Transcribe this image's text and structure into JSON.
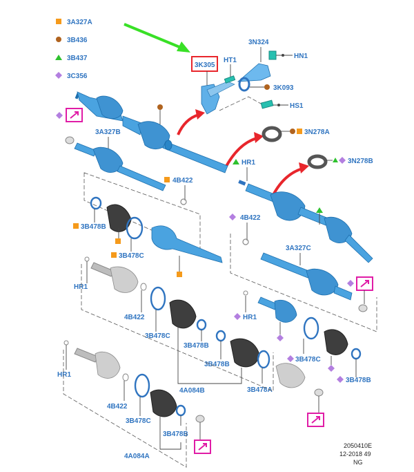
{
  "legend": [
    {
      "code": "3A327A",
      "marker": "orange-square",
      "color": "#f59a1b"
    },
    {
      "code": "3B436",
      "marker": "brown-circle",
      "color": "#b0631f"
    },
    {
      "code": "3B437",
      "marker": "green-triangle",
      "color": "#2ec12e"
    },
    {
      "code": "3C356",
      "marker": "purple-diamond",
      "color": "#b37fe0"
    }
  ],
  "colors": {
    "label_blue": "#2f74c0",
    "highlight_red": "#e8262c",
    "arrow_green": "#39e026",
    "callout_magenta": "#e01ca6"
  },
  "highlighted_part": "3K305",
  "parts": {
    "ht1": "HT1",
    "p3n324": "3N324",
    "hn1": "HN1",
    "p3k093": "3K093",
    "hs1": "HS1",
    "p3n278a": "3N278A",
    "p3n278b": "3N278B",
    "hr1_top": "HR1",
    "p3a327b": "3A327B",
    "p4b422_a": "4B422",
    "p4b422_b": "4B422",
    "p3b478b_a": "3B478B",
    "p3b478c_a": "3B478C",
    "p3a327c": "3A327C",
    "hr1_mid": "HR1",
    "p4b422_c": "4B422",
    "p3b478c_b": "3B478C",
    "p3b478b_b": "3B478B",
    "p3b478b_c": "3B478B",
    "p4a084b": "4A084B",
    "p3b478a": "3B478A",
    "hr1_right": "HR1",
    "p3b478c_c": "3B478C",
    "p3b478b_d": "3B478B",
    "hr1_low": "HR1",
    "p4b422_d": "4B422",
    "p3b478c_d": "3B478C",
    "p3b478b_e": "3B478B",
    "p4a084a": "4A084A"
  },
  "reference": {
    "number": "2050410E",
    "date": "12-2018 49",
    "code": "NG"
  }
}
